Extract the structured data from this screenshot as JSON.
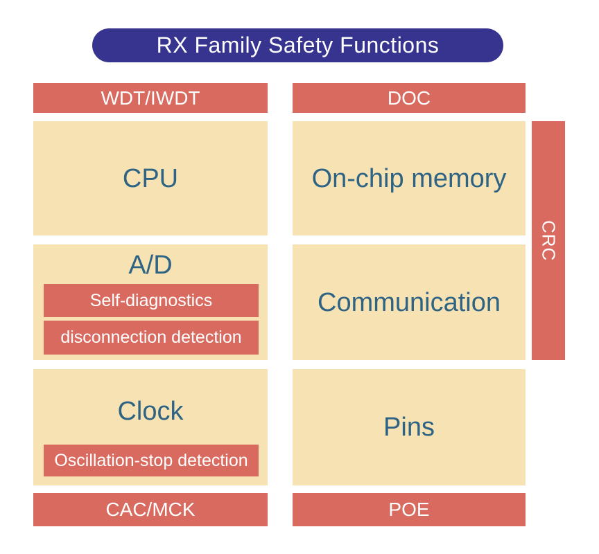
{
  "title": "RX Family Safety Functions",
  "colors": {
    "banner": "#36348E",
    "red": "#D96A60",
    "cream": "#F6E2B3",
    "teal": "#2E6384",
    "white": "#FFFFFF"
  },
  "left_column": {
    "top_bar": "WDT/IWDT",
    "blocks": [
      {
        "label": "CPU",
        "sub": []
      },
      {
        "label": "A/D",
        "sub": [
          "Self-diagnostics",
          "disconnection detection"
        ]
      },
      {
        "label": "Clock",
        "sub": [
          "Oscillation-stop detection"
        ]
      }
    ],
    "bottom_bar": "CAC/MCK"
  },
  "right_column": {
    "top_bar": "DOC",
    "blocks": [
      {
        "label": "On-chip memory"
      },
      {
        "label": "Communication"
      },
      {
        "label": "Pins"
      }
    ],
    "bottom_bar": "POE"
  },
  "side_bar": "CRC"
}
